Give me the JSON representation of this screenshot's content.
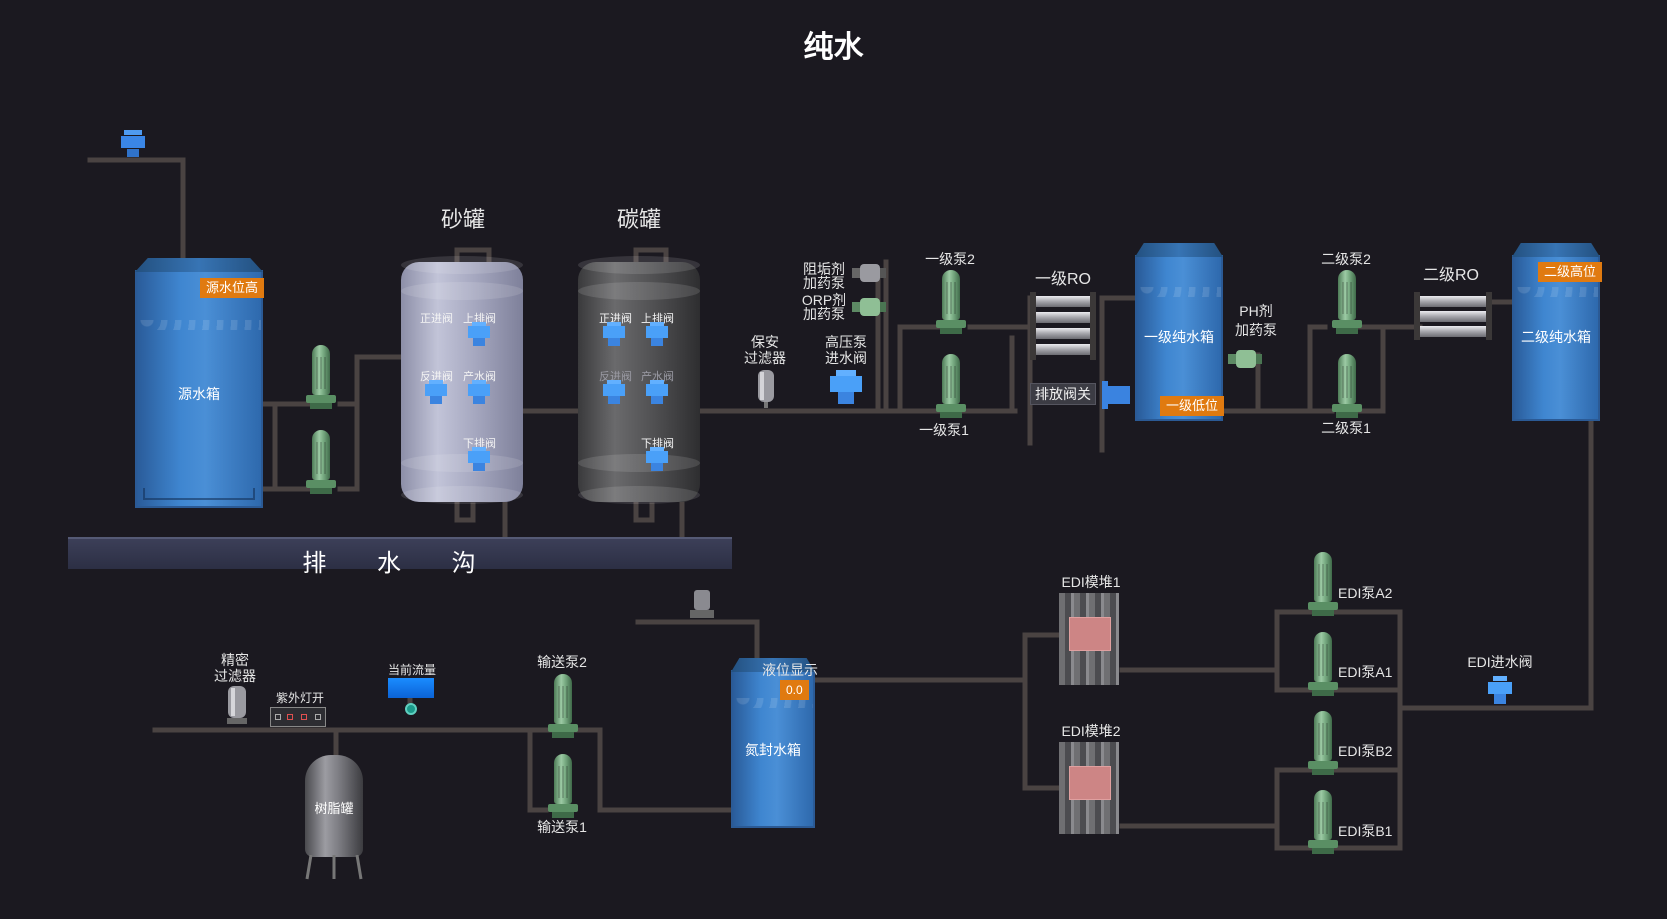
{
  "title": "纯水",
  "colors": {
    "background": "#1b1920",
    "pipe": "#4a4342",
    "tank_blue": "#3f86d0",
    "badge": "#e07a10",
    "pump": "#7caf86"
  },
  "tanks": {
    "source": {
      "name": "源水箱",
      "badge": "源水位高"
    },
    "sand": {
      "title": "砂罐",
      "valves": [
        "正进阀",
        "上排阀",
        "反进阀",
        "产水阀",
        "下排阀"
      ]
    },
    "carbon": {
      "title": "碳罐",
      "valves": [
        "正进阀",
        "上排阀",
        "反进阀",
        "产水阀",
        "下排阀"
      ]
    },
    "ro1_tank": {
      "name": "一级纯水箱",
      "badge": "一级低位"
    },
    "ro2_tank": {
      "name": "二级纯水箱",
      "badge": "二级高位"
    },
    "nitrogen": {
      "name": "氮封水箱",
      "level_label": "液位显示",
      "level_value": "0.0"
    },
    "resin": {
      "name": "树脂罐"
    }
  },
  "labels": {
    "security_filter_1": "保安",
    "security_filter_2": "过滤器",
    "hp_valve_1": "高压泵",
    "hp_valve_2": "进水阀",
    "scale_pump_1": "阻垢剂",
    "scale_pump_2": "加药泵",
    "orp_pump_1": "ORP剂",
    "orp_pump_2": "加药泵",
    "pump1_2": "一级泵2",
    "pump1_1": "一级泵1",
    "ro1": "一级RO",
    "discharge_valve": "排放阀关",
    "ph_pump_1": "PH剂",
    "ph_pump_2": "加药泵",
    "pump2_2": "二级泵2",
    "pump2_1": "二级泵1",
    "ro2": "二级RO",
    "edi_valve": "EDI进水阀",
    "edi_stack_1": "EDI模堆1",
    "edi_stack_2": "EDI模堆2",
    "edi_a2": "EDI泵A2",
    "edi_a1": "EDI泵A1",
    "edi_b2": "EDI泵B2",
    "edi_b1": "EDI泵B1",
    "transfer_2": "输送泵2",
    "transfer_1": "输送泵1",
    "current_flow": "当前流量",
    "uv_lamp": "紫外灯开",
    "precision_filter_1": "精密",
    "precision_filter_2": "过滤器",
    "drain": "排 水 沟"
  },
  "icons": [
    "valve-icon",
    "pump-icon",
    "dosing-pump-icon",
    "filter-icon",
    "flow-meter-icon"
  ]
}
